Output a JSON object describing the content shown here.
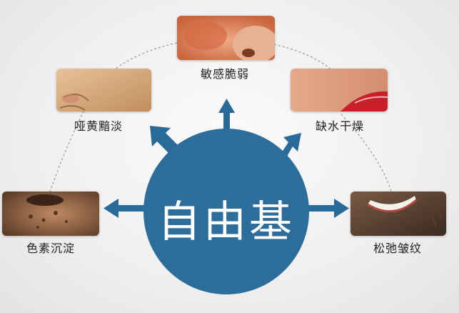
{
  "center": {
    "label": "自由基"
  },
  "effects": [
    {
      "id": "sensitive",
      "label": "敏感脆弱"
    },
    {
      "id": "dryness",
      "label": "缺水干燥"
    },
    {
      "id": "wrinkles",
      "label": "松弛皱纹"
    },
    {
      "id": "pigment",
      "label": "色素沉淀"
    },
    {
      "id": "dullness",
      "label": "哑黄黯淡"
    }
  ],
  "colors": {
    "circle": "#2d6d9b",
    "arrow": "#2a6a98",
    "dashed_ring": "#9a9a9a",
    "center_text": "#ffffff"
  }
}
